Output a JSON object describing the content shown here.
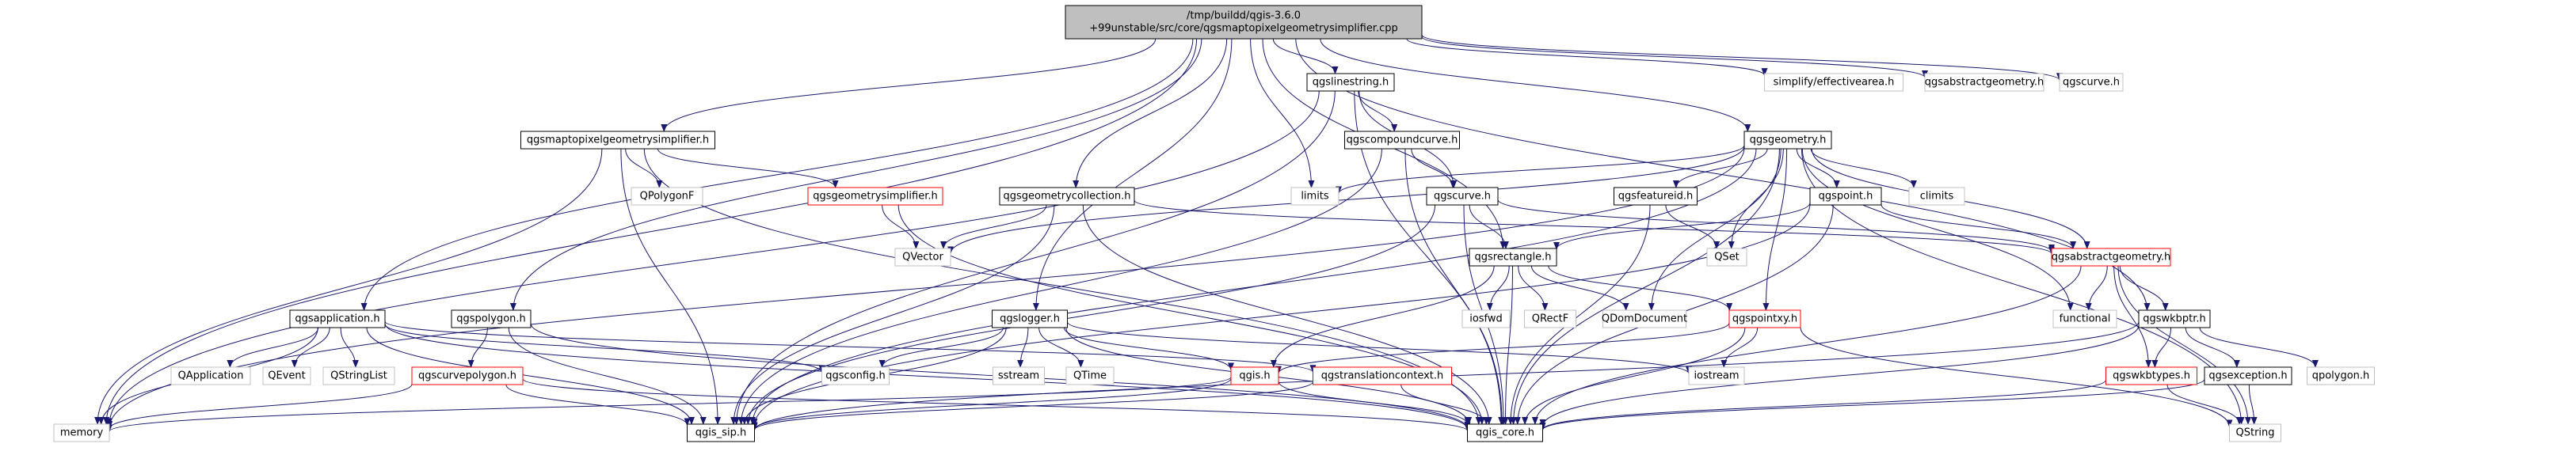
{
  "diagram": {
    "nodes": [
      {
        "id": "root",
        "lines": [
          "/tmp/buildd/qgis-3.6.0",
          "+99unstable/src/core/qgsmaptopixelgeometrysimplifier.cpp"
        ],
        "style": "root"
      },
      {
        "id": "qgslinestring",
        "lines": [
          "qgslinestring.h"
        ],
        "style": "normal"
      },
      {
        "id": "effectivearea",
        "lines": [
          "simplify/effectivearea.h"
        ],
        "style": "gray"
      },
      {
        "id": "qgsabstractgeometry_gray",
        "lines": [
          "qgsabstractgeometry.h"
        ],
        "style": "gray"
      },
      {
        "id": "qgscurve_gray",
        "lines": [
          "qgscurve.h"
        ],
        "style": "gray"
      },
      {
        "id": "qgsmaptopixel",
        "lines": [
          "qgsmaptopixelgeometrysimplifier.h"
        ],
        "style": "normal"
      },
      {
        "id": "qgscompoundcurve",
        "lines": [
          "qgscompoundcurve.h"
        ],
        "style": "normal"
      },
      {
        "id": "qgsgeometry",
        "lines": [
          "qgsgeometry.h"
        ],
        "style": "normal"
      },
      {
        "id": "qpolygonf",
        "lines": [
          "QPolygonF"
        ],
        "style": "gray"
      },
      {
        "id": "qgsgeomsimplifier",
        "lines": [
          "qgsgeometrysimplifier.h"
        ],
        "style": "red"
      },
      {
        "id": "qgsgeomcollection",
        "lines": [
          "qgsgeometrycollection.h"
        ],
        "style": "normal"
      },
      {
        "id": "limits",
        "lines": [
          "limits"
        ],
        "style": "gray"
      },
      {
        "id": "qgscurve",
        "lines": [
          "qgscurve.h"
        ],
        "style": "normal"
      },
      {
        "id": "qgsfeatureid",
        "lines": [
          "qgsfeatureid.h"
        ],
        "style": "normal"
      },
      {
        "id": "qgspoint",
        "lines": [
          "qgspoint.h"
        ],
        "style": "normal"
      },
      {
        "id": "climits",
        "lines": [
          "climits"
        ],
        "style": "gray"
      },
      {
        "id": "qvector",
        "lines": [
          "QVector"
        ],
        "style": "gray"
      },
      {
        "id": "qset",
        "lines": [
          "QSet"
        ],
        "style": "gray"
      },
      {
        "id": "qgsabstractgeometry",
        "lines": [
          "qgsabstractgeometry.h"
        ],
        "style": "red"
      },
      {
        "id": "qgsrectangle",
        "lines": [
          "qgsrectangle.h"
        ],
        "style": "normal"
      },
      {
        "id": "qgsapplication",
        "lines": [
          "qgsapplication.h"
        ],
        "style": "normal"
      },
      {
        "id": "qgspolygon",
        "lines": [
          "qgspolygon.h"
        ],
        "style": "normal"
      },
      {
        "id": "qgslogger",
        "lines": [
          "qgslogger.h"
        ],
        "style": "normal"
      },
      {
        "id": "iosfwd",
        "lines": [
          "iosfwd"
        ],
        "style": "gray"
      },
      {
        "id": "qrectf",
        "lines": [
          "QRectF"
        ],
        "style": "gray"
      },
      {
        "id": "qdomdocument",
        "lines": [
          "QDomDocument"
        ],
        "style": "gray"
      },
      {
        "id": "qgspointxy",
        "lines": [
          "qgspointxy.h"
        ],
        "style": "red"
      },
      {
        "id": "functional",
        "lines": [
          "functional"
        ],
        "style": "gray"
      },
      {
        "id": "qgswkbptr",
        "lines": [
          "qgswkbptr.h"
        ],
        "style": "normal"
      },
      {
        "id": "qapplication",
        "lines": [
          "QApplication"
        ],
        "style": "gray"
      },
      {
        "id": "qevent",
        "lines": [
          "QEvent"
        ],
        "style": "gray"
      },
      {
        "id": "qstringlist",
        "lines": [
          "QStringList"
        ],
        "style": "gray"
      },
      {
        "id": "qgsconfig",
        "lines": [
          "qgsconfig.h"
        ],
        "style": "gray"
      },
      {
        "id": "sstream",
        "lines": [
          "sstream"
        ],
        "style": "gray"
      },
      {
        "id": "qtime",
        "lines": [
          "QTime"
        ],
        "style": "gray"
      },
      {
        "id": "iostream",
        "lines": [
          "iostream"
        ],
        "style": "gray"
      },
      {
        "id": "qgis",
        "lines": [
          "qgis.h"
        ],
        "style": "red"
      },
      {
        "id": "qgstranslation",
        "lines": [
          "qgstranslationcontext.h"
        ],
        "style": "red"
      },
      {
        "id": "qgscurvepolygon",
        "lines": [
          "qgscurvepolygon.h"
        ],
        "style": "red"
      },
      {
        "id": "qgswkbtypes",
        "lines": [
          "qgswkbtypes.h"
        ],
        "style": "red"
      },
      {
        "id": "qgsexception",
        "lines": [
          "qgsexception.h"
        ],
        "style": "normal"
      },
      {
        "id": "qpolygon",
        "lines": [
          "qpolygon.h"
        ],
        "style": "gray"
      },
      {
        "id": "memory",
        "lines": [
          "memory"
        ],
        "style": "gray"
      },
      {
        "id": "qgis_sip",
        "lines": [
          "qgis_sip.h"
        ],
        "style": "normal"
      },
      {
        "id": "qgis_core",
        "lines": [
          "qgis_core.h"
        ],
        "style": "normal"
      },
      {
        "id": "qstring",
        "lines": [
          "QString"
        ],
        "style": "gray"
      }
    ],
    "edges": [
      [
        "root",
        "qgslinestring"
      ],
      [
        "root",
        "effectivearea"
      ],
      [
        "root",
        "qgsabstractgeometry_gray"
      ],
      [
        "root",
        "qgscurve_gray"
      ],
      [
        "root",
        "qgsmaptopixel"
      ],
      [
        "root",
        "qgsgeometry"
      ],
      [
        "root",
        "qgsgeomcollection"
      ],
      [
        "root",
        "limits"
      ],
      [
        "root",
        "qgsrectangle"
      ],
      [
        "root",
        "qgsapplication"
      ],
      [
        "root",
        "qgspolygon"
      ],
      [
        "root",
        "qgslogger"
      ],
      [
        "root",
        "qgswkbptr"
      ],
      [
        "root",
        "memory"
      ],
      [
        "qgslinestring",
        "qgscompoundcurve"
      ],
      [
        "qgslinestring",
        "qgscurve"
      ],
      [
        "qgslinestring",
        "qgis_sip"
      ],
      [
        "qgslinestring",
        "qgis_core"
      ],
      [
        "qgslinestring",
        "memory"
      ],
      [
        "qgsmaptopixel",
        "qpolygonf"
      ],
      [
        "qgsmaptopixel",
        "qgsgeomsimplifier"
      ],
      [
        "qgsmaptopixel",
        "qgis_sip"
      ],
      [
        "qgsmaptopixel",
        "qgis_core"
      ],
      [
        "qgsmaptopixel",
        "memory"
      ],
      [
        "qgscompoundcurve",
        "qgscurve"
      ],
      [
        "qgscompoundcurve",
        "qgis_core"
      ],
      [
        "qgscompoundcurve",
        "qgis_sip"
      ],
      [
        "qgsgeometry",
        "qvector"
      ],
      [
        "qgsgeometry",
        "limits"
      ],
      [
        "qgsgeometry",
        "qgsfeatureid"
      ],
      [
        "qgsgeometry",
        "qgspoint"
      ],
      [
        "qgsgeometry",
        "climits"
      ],
      [
        "qgsgeometry",
        "qset"
      ],
      [
        "qgsgeometry",
        "qgsabstractgeometry"
      ],
      [
        "qgsgeometry",
        "qdomdocument"
      ],
      [
        "qgsgeometry",
        "qgspointxy"
      ],
      [
        "qgsgeometry",
        "functional"
      ],
      [
        "qgsgeometry",
        "qgis_core"
      ],
      [
        "qgsgeometry",
        "qgis_sip"
      ],
      [
        "qgsgeometry",
        "memory"
      ],
      [
        "qgsgeometry",
        "qstring"
      ],
      [
        "qgsgeomsimplifier",
        "qvector"
      ],
      [
        "qgsgeomsimplifier",
        "qgis_core"
      ],
      [
        "qgsgeomcollection",
        "qvector"
      ],
      [
        "qgsgeomcollection",
        "qgsabstractgeometry"
      ],
      [
        "qgsgeomcollection",
        "qgis_sip"
      ],
      [
        "qgsgeomcollection",
        "qgis_core"
      ],
      [
        "qgscurve",
        "qgsrectangle"
      ],
      [
        "qgscurve",
        "qgsabstractgeometry"
      ],
      [
        "qgscurve",
        "qgis_core"
      ],
      [
        "qgscurve",
        "qgis_sip"
      ],
      [
        "qgsfeatureid",
        "qset"
      ],
      [
        "qgsfeatureid",
        "qgis_core"
      ],
      [
        "qgspoint",
        "qgsrectangle"
      ],
      [
        "qgspoint",
        "qgsabstractgeometry"
      ],
      [
        "qgspoint",
        "qgis_core"
      ],
      [
        "qgspoint",
        "qgis_sip"
      ],
      [
        "qgsabstractgeometry",
        "functional"
      ],
      [
        "qgsabstractgeometry",
        "qgswkbptr"
      ],
      [
        "qgsabstractgeometry",
        "qgswkbtypes"
      ],
      [
        "qgsabstractgeometry",
        "qgis_core"
      ],
      [
        "qgsabstractgeometry",
        "qstring"
      ],
      [
        "qgsrectangle",
        "iosfwd"
      ],
      [
        "qgsrectangle",
        "qrectf"
      ],
      [
        "qgsrectangle",
        "qdomdocument"
      ],
      [
        "qgsrectangle",
        "qgspointxy"
      ],
      [
        "qgsrectangle",
        "qgis"
      ],
      [
        "qgsrectangle",
        "qgis_core"
      ],
      [
        "qgsapplication",
        "qapplication"
      ],
      [
        "qgsapplication",
        "qevent"
      ],
      [
        "qgsapplication",
        "qstringlist"
      ],
      [
        "qgsapplication",
        "qgsconfig"
      ],
      [
        "qgsapplication",
        "qgstranslation"
      ],
      [
        "qgsapplication",
        "qgis_sip"
      ],
      [
        "qgsapplication",
        "qgis_core"
      ],
      [
        "qgsapplication",
        "memory"
      ],
      [
        "qgspolygon",
        "qgscurvepolygon"
      ],
      [
        "qgspolygon",
        "qgis_core"
      ],
      [
        "qgspolygon",
        "qgis_sip"
      ],
      [
        "qgscurvepolygon",
        "qgis_core"
      ],
      [
        "qgscurvepolygon",
        "qgis_sip"
      ],
      [
        "qgscurvepolygon",
        "memory"
      ],
      [
        "qgslogger",
        "iostream"
      ],
      [
        "qgslogger",
        "sstream"
      ],
      [
        "qgslogger",
        "qtime"
      ],
      [
        "qgslogger",
        "qgsconfig"
      ],
      [
        "qgslogger",
        "qgis_core"
      ],
      [
        "qgslogger",
        "qgis_sip"
      ],
      [
        "qgslogger",
        "qgis"
      ],
      [
        "qgspointxy",
        "iostream"
      ],
      [
        "qgspointxy",
        "qgis"
      ],
      [
        "qgspointxy",
        "qgis_core"
      ],
      [
        "qgspointxy",
        "qstring"
      ],
      [
        "qgswkbptr",
        "qgswkbtypes"
      ],
      [
        "qgswkbptr",
        "qgsexception"
      ],
      [
        "qgswkbptr",
        "qpolygon"
      ],
      [
        "qgswkbptr",
        "qgis_core"
      ],
      [
        "qgswkbptr",
        "qgis_sip"
      ],
      [
        "qgis",
        "qgis_core"
      ],
      [
        "qgis",
        "qgis_sip"
      ],
      [
        "qgis",
        "memory"
      ],
      [
        "qgstranslation",
        "qgis_core"
      ],
      [
        "qgstranslation",
        "qgis_sip"
      ],
      [
        "qgswkbtypes",
        "qgis_core"
      ],
      [
        "qgswkbtypes",
        "qstring"
      ],
      [
        "qgsexception",
        "qgis_core"
      ],
      [
        "qgsexception",
        "qstring"
      ]
    ]
  },
  "colors": {
    "edge": "#191970",
    "normal_border": "#000000",
    "normal_fill": "#ffffff",
    "gray_border": "#bfbfbf",
    "gray_fill": "#ffffff",
    "gray_text": "#000000",
    "red_border": "#ff0000",
    "root_fill": "#bfbfbf",
    "root_border": "#000000"
  }
}
